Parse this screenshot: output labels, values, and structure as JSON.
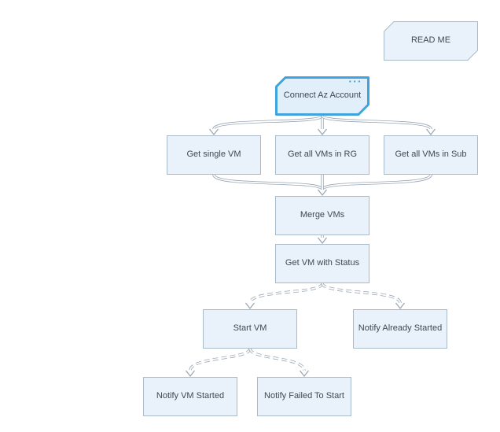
{
  "app": {
    "view": "flow-designer-canvas",
    "background": "#ffffff"
  },
  "colors": {
    "node_fill": "#e9f2fa",
    "node_border": "#a9bac9",
    "selected_node_fill": "#e0effa",
    "selected_node_border": "#41a3dd",
    "connector": "#9aa6b4",
    "label_text": "#3f4850",
    "menu_dots": "#2e9bd8"
  },
  "icons": {
    "selected_node_menu": "···"
  },
  "nodes": [
    {
      "id": "read-me",
      "label": "READ ME",
      "shape": "card",
      "selected": false
    },
    {
      "id": "connect-az-account",
      "label": "Connect Az Account",
      "shape": "card",
      "selected": true
    },
    {
      "id": "get-single-vm",
      "label": "Get single VM",
      "shape": "rect",
      "selected": false
    },
    {
      "id": "get-all-vms-in-rg",
      "label": "Get all VMs in RG",
      "shape": "rect",
      "selected": false
    },
    {
      "id": "get-all-vms-in-sub",
      "label": "Get all VMs in Sub",
      "shape": "rect",
      "selected": false
    },
    {
      "id": "merge-vms",
      "label": "Merge VMs",
      "shape": "rect",
      "selected": false
    },
    {
      "id": "get-vm-with-status",
      "label": "Get VM with Status",
      "shape": "rect",
      "selected": false
    },
    {
      "id": "start-vm",
      "label": "Start VM",
      "shape": "rect",
      "selected": false
    },
    {
      "id": "notify-already-started",
      "label": "Notify Already Started",
      "shape": "rect",
      "selected": false
    },
    {
      "id": "notify-vm-started",
      "label": "Notify VM Started",
      "shape": "rect",
      "selected": false
    },
    {
      "id": "notify-failed-to-start",
      "label": "Notify Failed To Start",
      "shape": "rect",
      "selected": false
    }
  ],
  "edges": [
    {
      "from": "connect-az-account",
      "to": "get-single-vm",
      "style": "solid"
    },
    {
      "from": "connect-az-account",
      "to": "get-all-vms-in-rg",
      "style": "solid"
    },
    {
      "from": "connect-az-account",
      "to": "get-all-vms-in-sub",
      "style": "solid"
    },
    {
      "from": "get-single-vm",
      "to": "merge-vms",
      "style": "solid"
    },
    {
      "from": "get-all-vms-in-rg",
      "to": "merge-vms",
      "style": "solid"
    },
    {
      "from": "get-all-vms-in-sub",
      "to": "merge-vms",
      "style": "solid"
    },
    {
      "from": "merge-vms",
      "to": "get-vm-with-status",
      "style": "solid"
    },
    {
      "from": "get-vm-with-status",
      "to": "start-vm",
      "style": "dashed"
    },
    {
      "from": "get-vm-with-status",
      "to": "notify-already-started",
      "style": "dashed"
    },
    {
      "from": "start-vm",
      "to": "notify-vm-started",
      "style": "dashed"
    },
    {
      "from": "start-vm",
      "to": "notify-failed-to-start",
      "style": "dashed"
    }
  ]
}
